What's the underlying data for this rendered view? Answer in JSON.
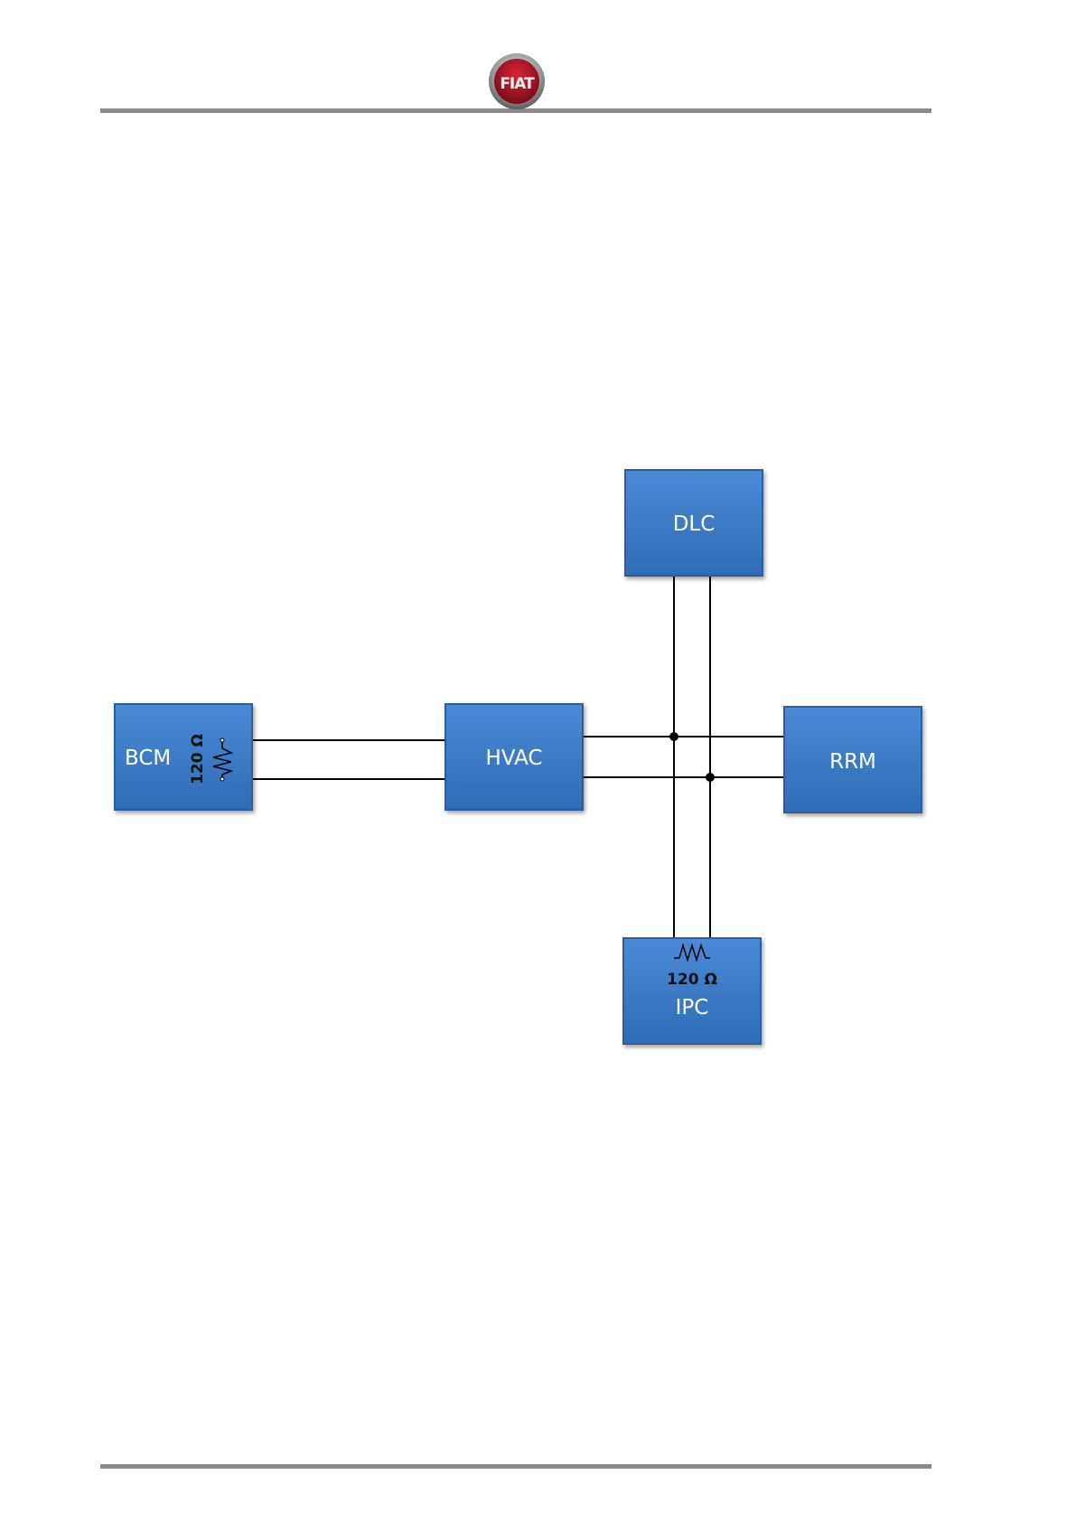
{
  "header": {
    "logo_text": "FIAT"
  },
  "diagram": {
    "colors": {
      "module_fill": "#3a7bc8",
      "module_border": "#2a5f9e",
      "wire": "#000000",
      "rule": "#8a8a8a"
    },
    "modules": {
      "dlc": {
        "label": "DLC"
      },
      "bcm": {
        "label": "BCM"
      },
      "hvac": {
        "label": "HVAC"
      },
      "rrm": {
        "label": "RRM"
      },
      "ipc": {
        "label": "IPC"
      }
    },
    "resistors": {
      "bcm": {
        "label": "120 Ω"
      },
      "ipc": {
        "label": "120 Ω"
      }
    }
  }
}
